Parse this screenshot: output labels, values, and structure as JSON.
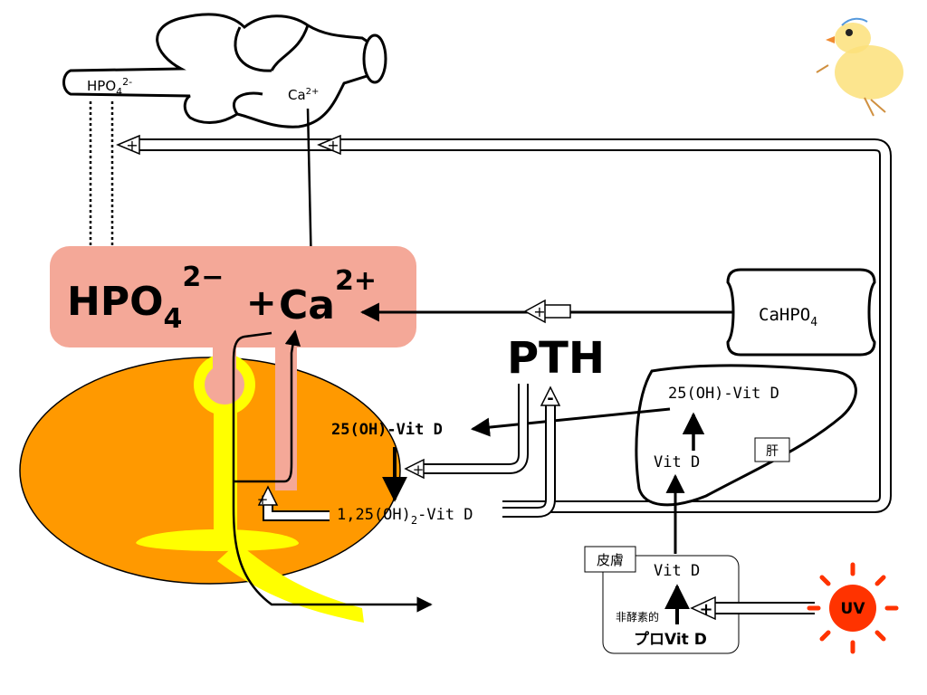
{
  "colors": {
    "plasma_box": "#f4a898",
    "bone": "#ff9900",
    "bone_marrow": "#ffff00",
    "sun": "#ff3300",
    "outline": "#000000"
  },
  "intestine": {
    "phosphate_label": "HPO",
    "phosphate_sub": "4",
    "phosphate_sup": "2-",
    "calcium_label": "Ca",
    "calcium_sup": "2+"
  },
  "plasma": {
    "phosphate_label": "HPO",
    "phosphate_sub": "4",
    "phosphate_sup": "2−",
    "plus_sign": "+",
    "calcium_label": "Ca",
    "calcium_sup": "2+"
  },
  "pth_label": "PTH",
  "cahpo4": {
    "label": "CaHPO",
    "sub": "4"
  },
  "kidney": {
    "hydroxy_vitd": "25(OH)-Vit D",
    "calcitriol_prefix": "1,25(OH)",
    "calcitriol_sub": "2",
    "calcitriol_suffix": "-Vit D"
  },
  "liver": {
    "label": "肝",
    "hydroxy_vitd": "25(OH)-Vit D",
    "vitd": "Vit D"
  },
  "skin": {
    "label": "皮膚",
    "vitd": "Vit D",
    "non_enzymatic": "非酵素的",
    "provitd": "プロVit D"
  },
  "uv_label": "UV",
  "signs": {
    "plus": "+",
    "minus": "-"
  }
}
